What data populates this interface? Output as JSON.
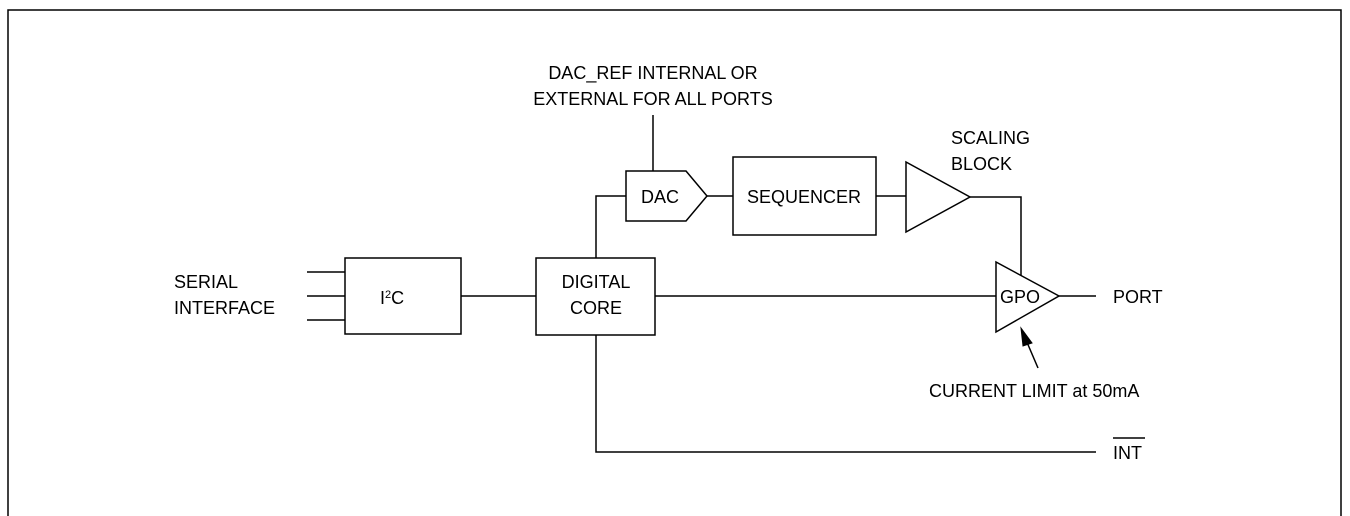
{
  "diagram": {
    "annotations": {
      "dac_ref_line1": "DAC_REF INTERNAL OR",
      "dac_ref_line2": "EXTERNAL FOR ALL PORTS",
      "scaling_line1": "SCALING",
      "scaling_line2": "BLOCK",
      "serial_line1": "SERIAL",
      "serial_line2": "INTERFACE",
      "current_limit": "CURRENT LIMIT at 50mA"
    },
    "blocks": {
      "i2c_base": "I",
      "i2c_sup": "2",
      "i2c_tail": "C",
      "digital_core_line1": "DIGITAL",
      "digital_core_line2": "CORE",
      "dac": "DAC",
      "sequencer": "SEQUENCER",
      "gpo": "GPO"
    },
    "signals": {
      "port": "PORT",
      "int": "INT"
    }
  }
}
